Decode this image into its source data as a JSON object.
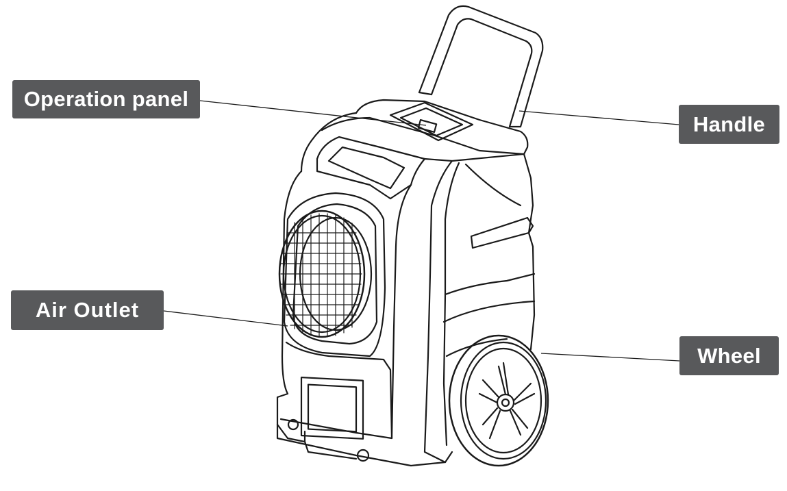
{
  "labels": {
    "operation_panel": "Operation panel",
    "air_outlet": "Air Outlet",
    "handle": "Handle",
    "wheel": "Wheel"
  },
  "colors": {
    "label_background": "#58595b",
    "label_text": "#ffffff",
    "line_art": "#1a1a1a",
    "background": "#ffffff"
  }
}
